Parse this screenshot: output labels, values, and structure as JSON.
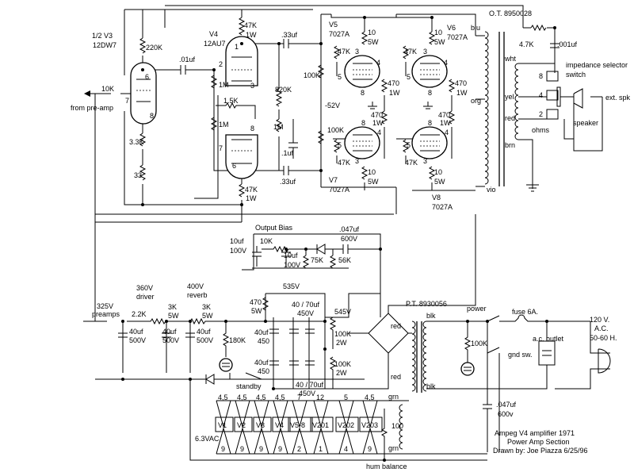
{
  "labels": {
    "v3": "1/2 V3",
    "v3_type": "12DW7",
    "pin6": "6",
    "pin7": "7",
    "pin8": "8",
    "pin1": "1",
    "pin2": "2",
    "pin3": "3",
    "pin4": "4",
    "pin5": "5",
    "r10k_in": "10K",
    "from_preamp": "from pre-amp",
    "r220k": "220K",
    "r33k": "3.3K",
    "r33": "33",
    "c01uf": ".01uf",
    "v4": "V4",
    "v4_type": "12AU7",
    "r47k1w_top": "47K",
    "r47k1w_top_w": "1W",
    "r1m_a": "1M",
    "r1m_b": "1M",
    "r1m_c": "1M",
    "r15k": "1.5K",
    "r820k": "820K",
    "c33uf_top": ".33uf",
    "c33uf_bot": ".33uf",
    "c1uf": ".1uf",
    "r47k1w_bot": "47K",
    "r47k1w_bot_w": "1W",
    "v5": "V5",
    "v5_type": "7027A",
    "v6": "V6",
    "v6_type": "7027A",
    "v7": "V7",
    "v7_type": "7027A",
    "v8": "V8",
    "v8_type": "7027A",
    "r10_5w": "10",
    "r5w": "5W",
    "r47k": "47K",
    "r470": "470",
    "r1w": "1W",
    "r100k": "100K",
    "neg52": "-52V",
    "blu": "blu",
    "org": "org",
    "vio": "vio",
    "ot": "O.T. 8950028",
    "r47k_ot": "4.7K",
    "c001uf": ".001uf",
    "wht": "wht",
    "yel": "yel",
    "red": "red",
    "brn": "brn",
    "tap8": "8",
    "tap4": "4",
    "tap2": "2",
    "ohms": "ohms",
    "imp_selector": "impedance selector",
    "switch": "switch",
    "ext_spk": "ext. spk",
    "speaker": "speaker",
    "output_bias": "Output Bias",
    "c10uf_100v_a": "10uf",
    "c10uf_100v_a_v": "100V",
    "r10k_bias": "10K",
    "c10uf_100v_b": "10uf",
    "c10uf_100v_b_v": "100V",
    "r75k": "75K",
    "r56k": "56K",
    "c047uf_600v": ".047uf",
    "c047uf_600v_v": "600V",
    "v535": "535V",
    "v545": "545V",
    "r470_5w": "470",
    "r470_5w_w": "5W",
    "c40_70uf": "40 / 70uf",
    "c40_70uf_v": "450V",
    "c40_70uf_b": "40 / 70uf",
    "c40_70uf_b_v": "450V",
    "c40uf_450_a": "40uf",
    "c40uf_450_a_v": "450",
    "c40uf_450_b": "40uf",
    "c40uf_450_b_v": "450",
    "r100k_2w_a": "100K",
    "r100k_2w_a_w": "2W",
    "r100k_2w_b": "100K",
    "r100k_2w_b_w": "2W",
    "v325": "325V",
    "preamps": "preamps",
    "v360": "360V",
    "driver": "driver",
    "v400": "400V",
    "reverb": "reverb",
    "r22k": "2.2K",
    "r3k_a": "3K",
    "r3k_a_w": "5W",
    "r3k_b": "3K",
    "r3k_b_w": "5W",
    "c40uf_500v_a": "40uf",
    "c40uf_500v_a_v": "500V",
    "c40uf_500v_b": "40uf",
    "c40uf_500v_b_v": "500V",
    "c40uf_500v_c": "40uf",
    "c40uf_500v_c_v": "500V",
    "r180k": "180K",
    "standby": "standby",
    "pt": "P.T. 8930056",
    "blk_a": "blk",
    "blk_b": "blk",
    "red_a": "red",
    "red_b": "red",
    "grn_a": "grn",
    "grn_b": "grn",
    "power": "power",
    "r100k_lamp": "100K",
    "fuse": "fuse 6A.",
    "ac_outlet": "a.c. outlet",
    "gnd_sw": "gnd sw.",
    "v120": "120 V.",
    "ac": "A.C.",
    "hz": "50-60 H.",
    "c047uf_600v_b": ".047uf",
    "c047uf_600v_b_v": "600v",
    "heater_v": "6.3VAC",
    "r100": "100",
    "hum_balance": "hum balance",
    "title1": "Ampeg V4 amplifier 1971",
    "title2": "Power Amp Section",
    "title3": "Drawn by: Joe Piazza  6/25/96",
    "heaters": [
      {
        "name": "V1",
        "top": "4,5",
        "bot": "9"
      },
      {
        "name": "V2",
        "top": "4,5",
        "bot": "9"
      },
      {
        "name": "V3",
        "top": "4,5",
        "bot": "9"
      },
      {
        "name": "V4",
        "top": "4,5",
        "bot": "9"
      },
      {
        "name": "V5-8",
        "top": "7",
        "bot": "2"
      },
      {
        "name": "V201",
        "top": "12",
        "bot": "1"
      },
      {
        "name": "V202",
        "top": "5",
        "bot": "4"
      },
      {
        "name": "V203",
        "top": "4,5",
        "bot": "9"
      }
    ]
  }
}
